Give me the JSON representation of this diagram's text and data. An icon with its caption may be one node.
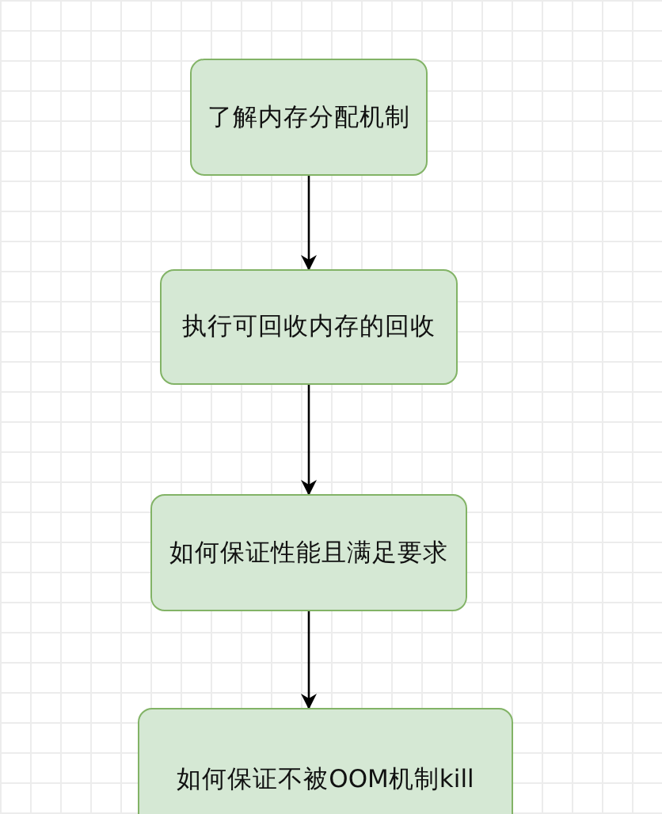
{
  "diagram": {
    "nodes": [
      {
        "text": [
          "了解内存分配机制"
        ]
      },
      {
        "text": [
          "执行可回收内存的回收"
        ]
      },
      {
        "text": [
          "如何保证性能且满足要求"
        ]
      },
      {
        "text": [
          "如何保证不被OOM机制kill"
        ]
      }
    ],
    "edges": [
      {
        "from": 0,
        "to": 1,
        "arrow": "to"
      },
      {
        "from": 1,
        "to": 2,
        "arrow": "to"
      },
      {
        "from": 2,
        "to": 3,
        "arrow": "to"
      }
    ]
  }
}
